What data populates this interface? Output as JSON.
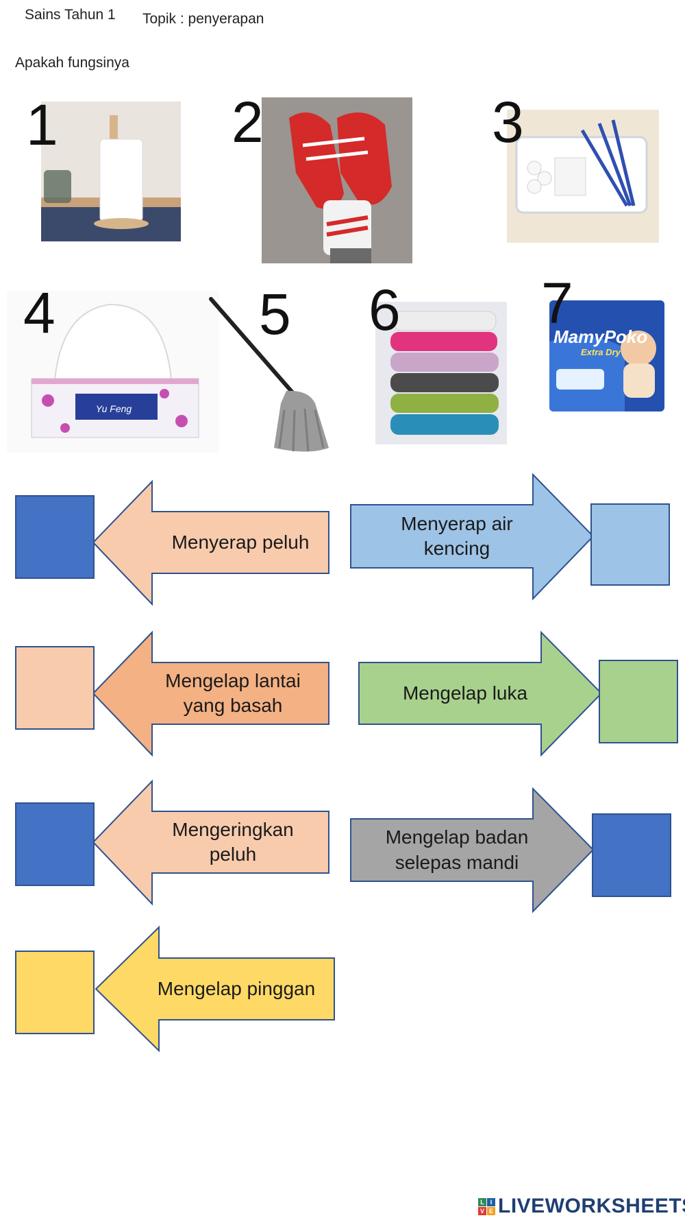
{
  "header": {
    "subject": "Sains Tahun 1",
    "topic": "Topik : penyerapan",
    "question": "Apakah fungsinya"
  },
  "items": [
    {
      "number": "1",
      "icon": "paper-towel-roll-icon"
    },
    {
      "number": "2",
      "icon": "socks-and-shoes-icon"
    },
    {
      "number": "3",
      "icon": "cotton-wool-tray-icon"
    },
    {
      "number": "4",
      "icon": "tissue-box-icon"
    },
    {
      "number": "5",
      "icon": "mop-icon"
    },
    {
      "number": "6",
      "icon": "towel-stack-icon"
    },
    {
      "number": "7",
      "icon": "diaper-pack-icon"
    }
  ],
  "diaper_brand": "MamyPoko",
  "diaper_sub": "Extra Dry",
  "tissue_brand": "Yu Feng",
  "answers": [
    {
      "label": "Menyerap peluh",
      "arrow_color": "#f8cbad",
      "box_color": "#4472c4"
    },
    {
      "label": "Menyerap air\nkencing",
      "arrow_color": "#9dc3e6",
      "box_color": "#9dc3e6"
    },
    {
      "label": "Mengelap lantai\nyang basah",
      "arrow_color": "#f4b183",
      "box_color": "#f8cbad"
    },
    {
      "label": "Mengelap luka",
      "arrow_color": "#a9d18e",
      "box_color": "#a9d18e"
    },
    {
      "label": "Mengeringkan\npeluh",
      "arrow_color": "#f8cbad",
      "box_color": "#4472c4"
    },
    {
      "label": "Mengelap badan\nselepas mandi",
      "arrow_color": "#a5a5a5",
      "box_color": "#4472c4"
    },
    {
      "label": "Mengelap pinggan",
      "arrow_color": "#ffd966",
      "box_color": "#ffd966"
    }
  ],
  "footer": {
    "brand": "LIVEWORKSHEETS",
    "logo_letters": "LIVE"
  }
}
